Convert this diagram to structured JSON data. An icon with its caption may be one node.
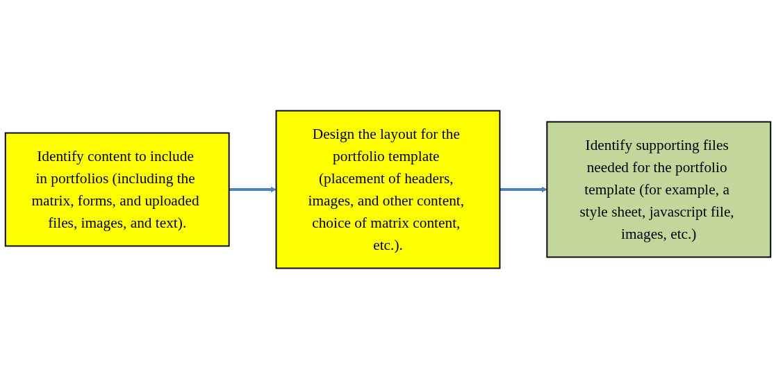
{
  "diagram": {
    "nodes": [
      {
        "text": [
          "Identify content to include in portfolios (including the matrix, forms, and uploaded files, images, and text)."
        ]
      },
      {
        "text": [
          "Design the layout for the portfolio template (placement of headers, images, and other content, choice of matrix content, etc.)."
        ]
      },
      {
        "text": [
          "Identify supporting files needed for the portfolio template (for example, a style sheet, javascript file, images, etc.)"
        ]
      }
    ],
    "edges": [
      {
        "from": 0,
        "to": 1,
        "arrow": "to"
      },
      {
        "from": 1,
        "to": 2,
        "arrow": "to"
      }
    ]
  }
}
